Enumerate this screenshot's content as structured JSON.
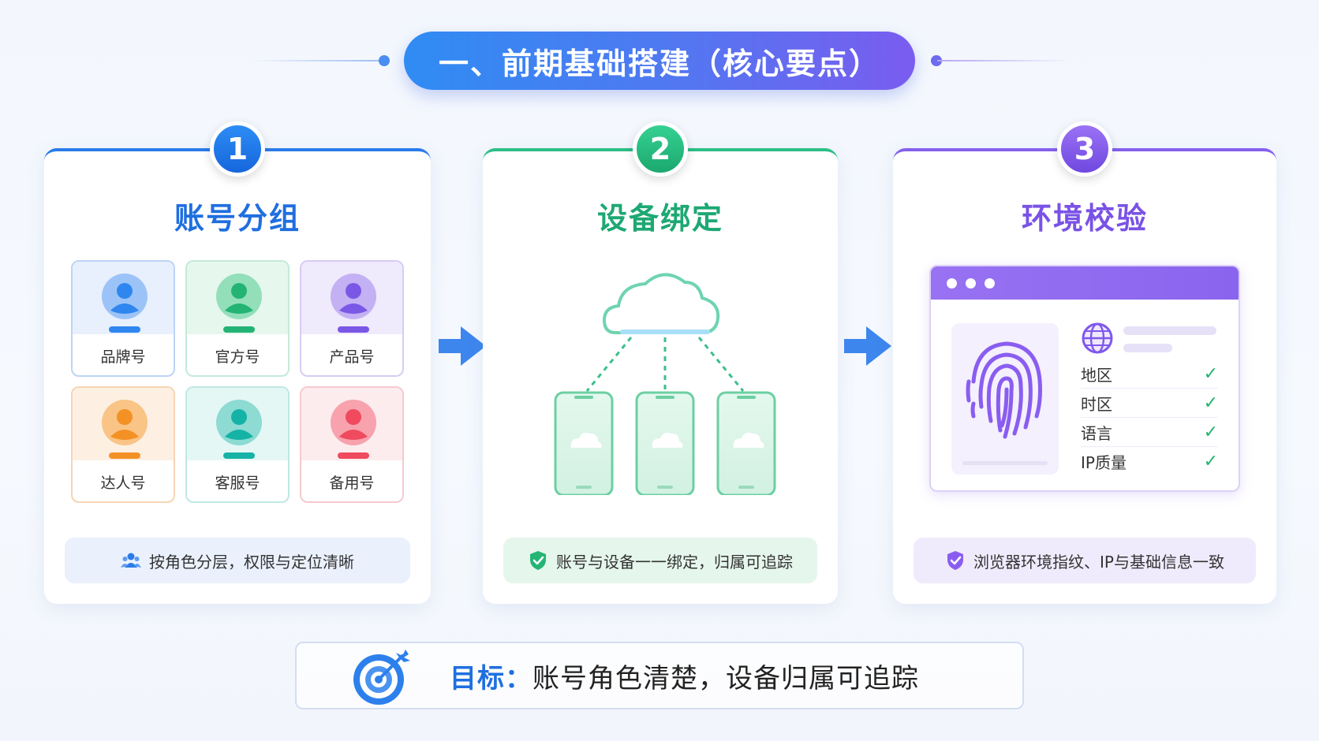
{
  "header": {
    "title": "一、前期基础搭建（核心要点）"
  },
  "cards": [
    {
      "number": "1",
      "title": "账号分组",
      "accounts": [
        {
          "label": "品牌号",
          "color": "#2f86ef"
        },
        {
          "label": "官方号",
          "color": "#23b474"
        },
        {
          "label": "产品号",
          "color": "#7b57e6"
        },
        {
          "label": "达人号",
          "color": "#f49125"
        },
        {
          "label": "客服号",
          "color": "#15b3a6"
        },
        {
          "label": "备用号",
          "color": "#ef4a5e"
        }
      ],
      "note": "按角色分层，权限与定位清晰",
      "note_icon": "users-icon"
    },
    {
      "number": "2",
      "title": "设备绑定",
      "note": "账号与设备一一绑定，归属可追踪",
      "note_icon": "shield-check-icon"
    },
    {
      "number": "3",
      "title": "环境校验",
      "checks": [
        "地区",
        "时区",
        "语言",
        "IP质量"
      ],
      "note": "浏览器环境指纹、IP与基础信息一致",
      "note_icon": "shield-check-icon"
    }
  ],
  "goal": {
    "prefix": "目标：",
    "text": "账号角色清楚，设备归属可追踪",
    "icon": "target-icon"
  },
  "colors": {
    "blue": "#2b7be8",
    "green": "#2cbf86",
    "purple": "#8560ee"
  }
}
